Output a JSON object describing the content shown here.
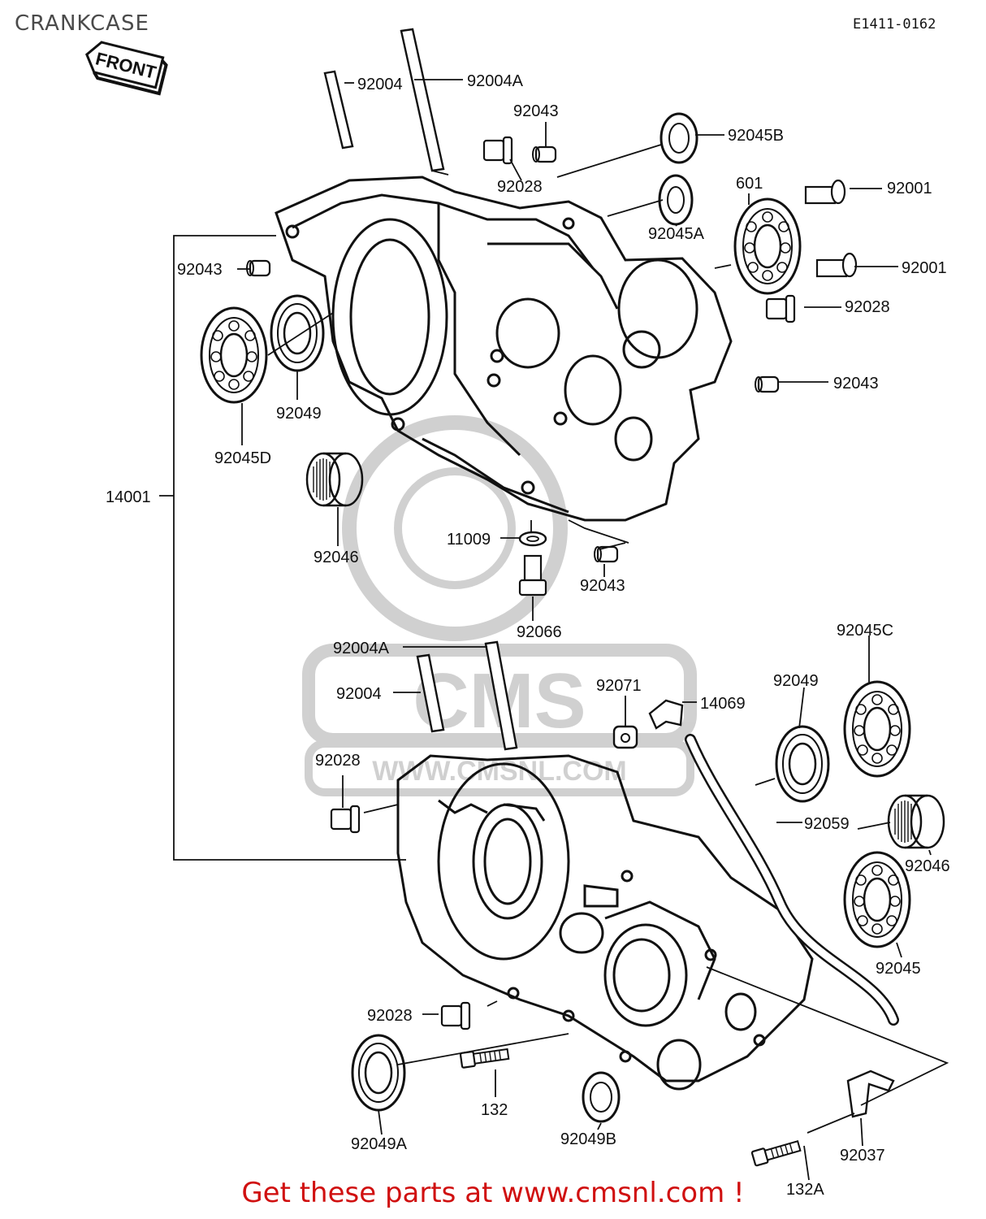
{
  "title": "CRANKCASE",
  "diagram_code": "E1411-0162",
  "front_badge": "FRONT",
  "watermark": "CMS",
  "watermark_url": "WWW.CMSNL.COM",
  "footer_text": "Get these parts at www.cmsnl.com !",
  "part_labels": [
    "92004",
    "92004A",
    "92043",
    "92045B",
    "92028",
    "601",
    "92001",
    "92045A",
    "92001",
    "92043",
    "92028",
    "92043",
    "92049",
    "92045D",
    "14001",
    "92046",
    "11009",
    "92043",
    "92066",
    "92004A",
    "92045C",
    "92004",
    "92071",
    "14069",
    "92049",
    "92028",
    "92059",
    "92046",
    "92045",
    "92028",
    "132",
    "92049A",
    "92049B",
    "92037",
    "132A"
  ]
}
